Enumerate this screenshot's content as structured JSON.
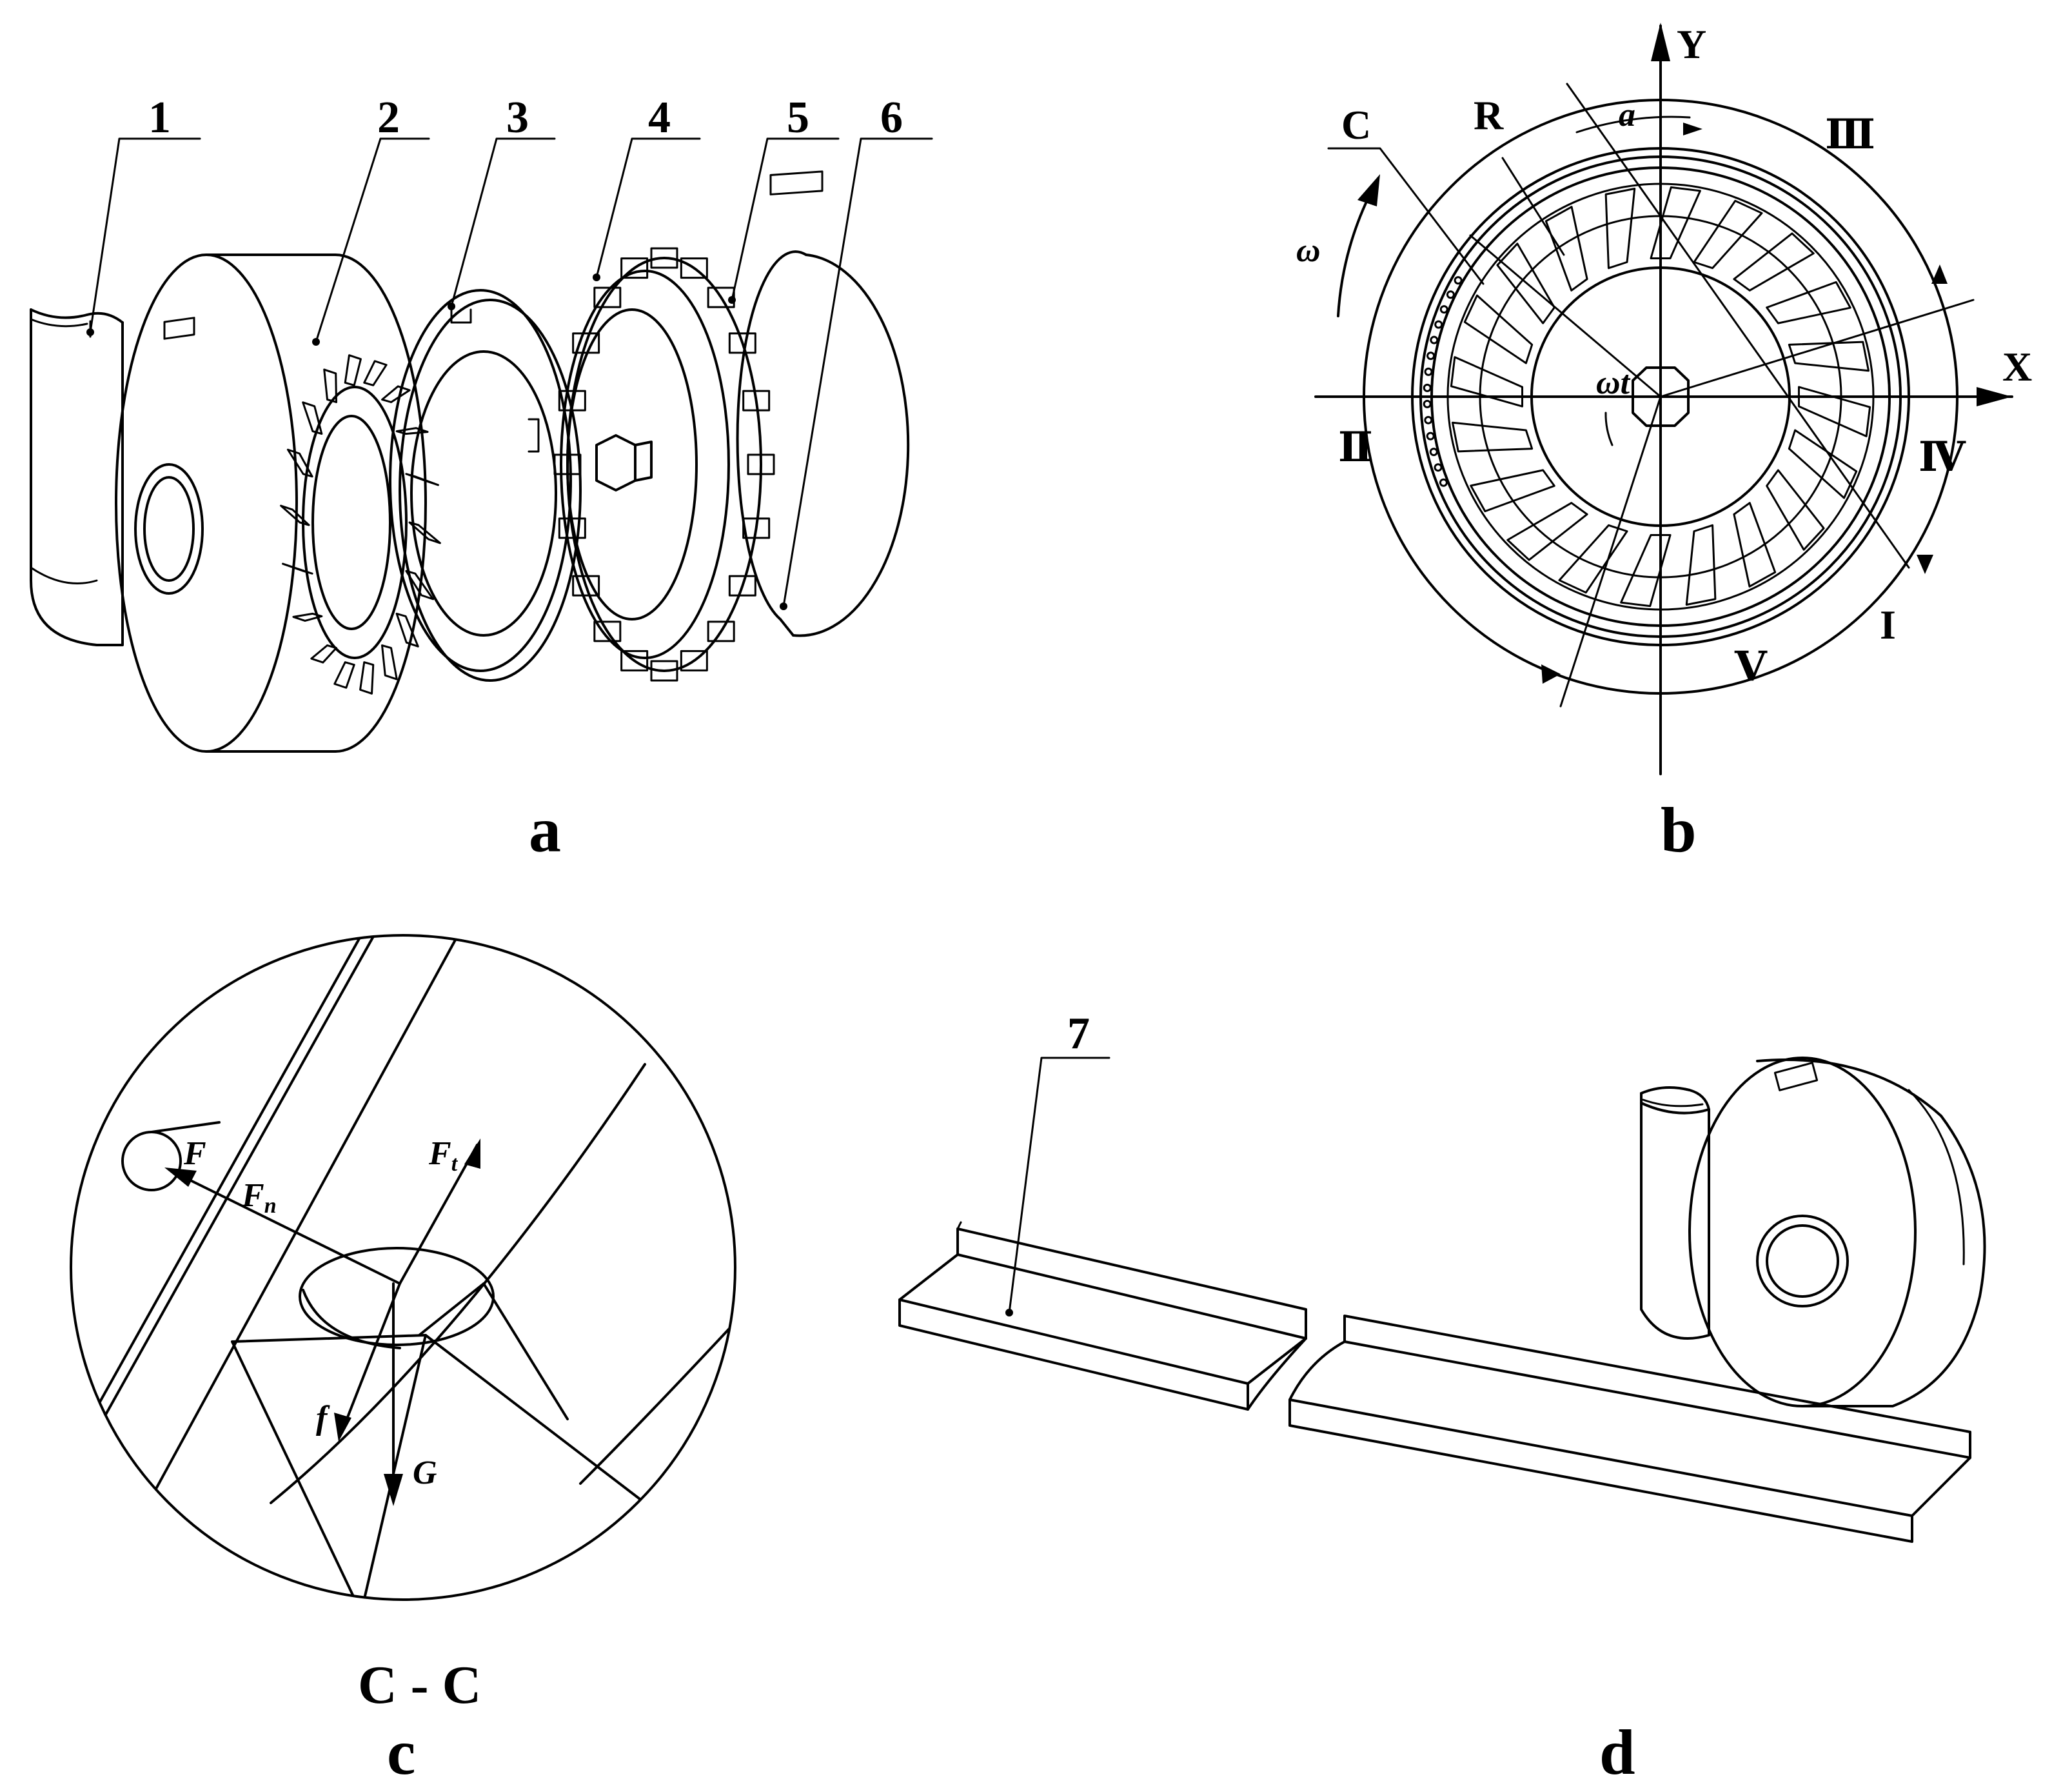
{
  "panels": {
    "a": {
      "caption": "a",
      "callouts": [
        "1",
        "2",
        "3",
        "4",
        "5",
        "6"
      ]
    },
    "b": {
      "caption": "b",
      "axis_x": "X",
      "axis_y": "Y",
      "labels": {
        "c": "C",
        "r": "R",
        "alpha": "a",
        "omega": "ω",
        "omega_t": "ωt"
      },
      "zones": {
        "i": "I",
        "ii": "Ⅱ",
        "iii": "Ⅲ",
        "iv": "Ⅳ",
        "v": "Ⅴ"
      }
    },
    "c": {
      "caption": "c",
      "section": "C - C",
      "forces": {
        "f_big": "F",
        "fn": "F",
        "fn_sub": "n",
        "ft": "F",
        "ft_sub": "t",
        "f_small": "f",
        "g": "G"
      }
    },
    "d": {
      "caption": "d",
      "callout": "7"
    }
  }
}
